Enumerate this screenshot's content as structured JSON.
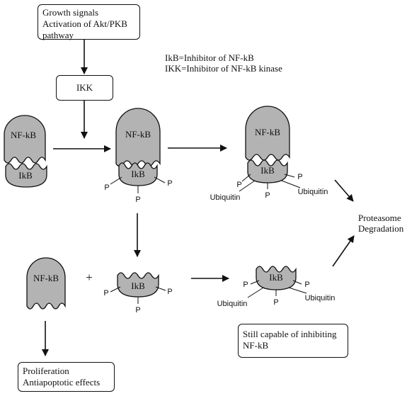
{
  "boxes": {
    "growth_signals": [
      "Growth signals",
      "Activation of Akt/PKB",
      "pathway"
    ],
    "ikk": "IKK",
    "still_capable": [
      "Still capable of inhibiting",
      "NF-kB"
    ],
    "proliferation": [
      "Proliferation",
      "Antiapoptotic effects"
    ]
  },
  "legend": [
    "IkB=Inhibitor of NF-kB",
    "IKK=Inhibitor of NF-kB kinase"
  ],
  "labels": {
    "nfkb": "NF-kB",
    "ikb": "IkB",
    "p": "P",
    "ubiquitin": "Ubiquitin",
    "plus": "+",
    "proteasome": [
      "Proteasome",
      "Degradation"
    ]
  },
  "colors": {
    "shape_fill": "#b3b3b3",
    "stroke": "#111111"
  }
}
